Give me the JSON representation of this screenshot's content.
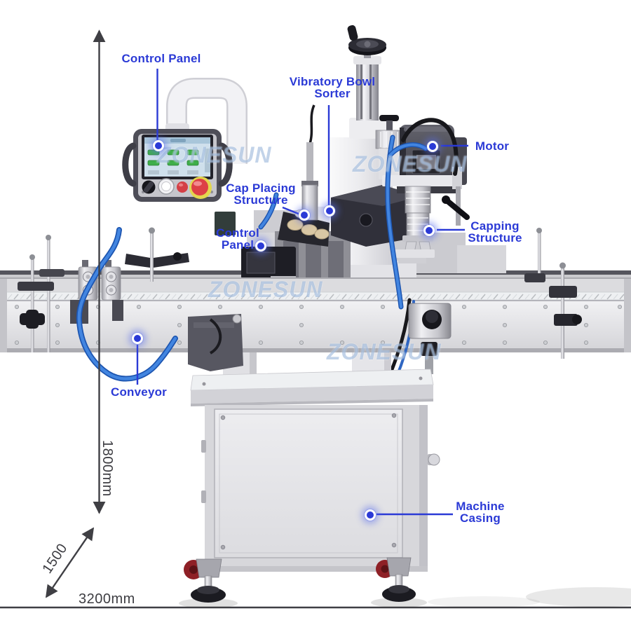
{
  "page": {
    "background": "#ffffff"
  },
  "watermark": {
    "text": "ZONESUN"
  },
  "colors": {
    "label_blue": "#2B3AD6",
    "dimension_gray": "#3F3F44",
    "tube_blue": "#4285E0",
    "watermark_blue": "rgba(127,162,208,0.48)",
    "estop_red": "#DD4046",
    "estop_yellow_ring": "#E3D74E",
    "screen_green": "#3FAE4A"
  },
  "annotations": {
    "control_panel_top": {
      "label": "Control Panel"
    },
    "vibratory_bowl_sorter": {
      "line1": "Vibratory Bowl",
      "line2": "Sorter"
    },
    "motor": {
      "label": "Motor"
    },
    "cap_placing_structure": {
      "line1": "Cap Placing",
      "line2": "Structure"
    },
    "control_panel_mid": {
      "line1": "Control",
      "line2": "Panel"
    },
    "capping_structure": {
      "line1": "Capping",
      "line2": "Structure"
    },
    "conveyor": {
      "label": "Conveyor"
    },
    "machine_casing": {
      "line1": "Machine",
      "line2": "Casing"
    }
  },
  "dimensions": {
    "height": "1800mm",
    "depth": "1500",
    "length": "3200mm"
  }
}
